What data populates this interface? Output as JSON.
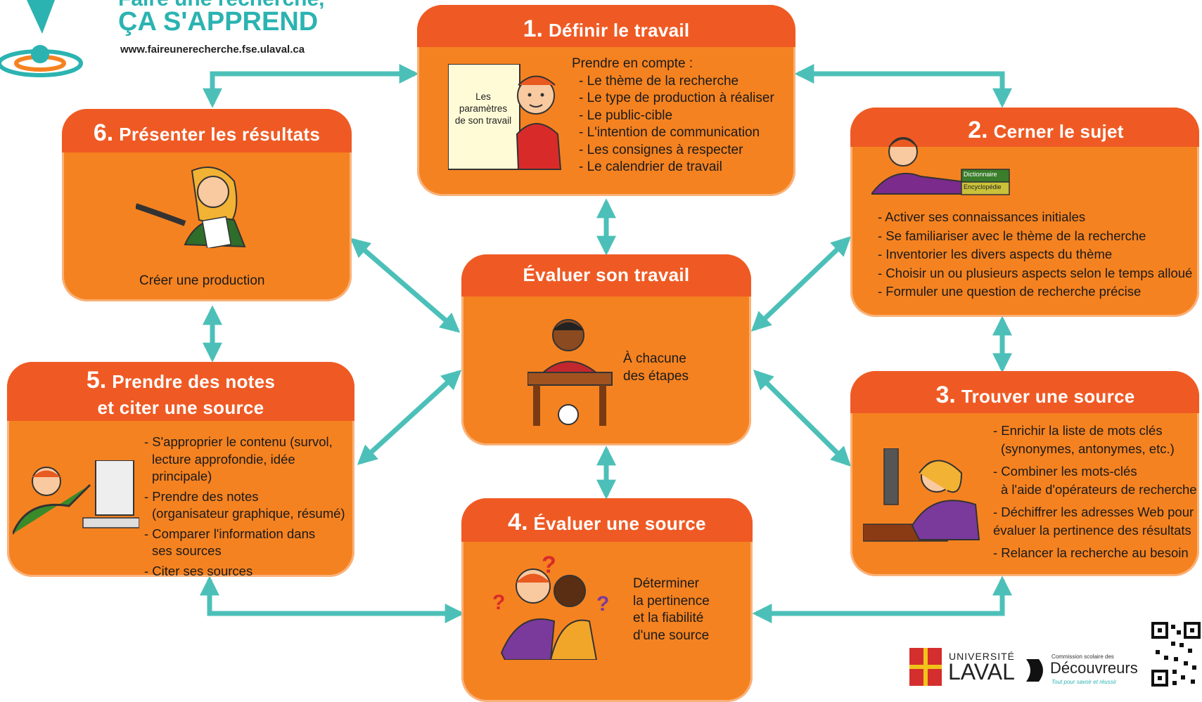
{
  "header": {
    "line1": "Faire une recherche,",
    "line2": "ÇA S'APPREND",
    "site": "www.faireunerecherche.fse.ulaval.ca"
  },
  "colors": {
    "box": "#f58220",
    "header": "#ef5a24",
    "arrow": "#4cc0b8",
    "logo": "#2bb3b1"
  },
  "steps": {
    "s1": {
      "num": "1.",
      "title": "Définir le travail",
      "intro": "Prendre en compte :",
      "items": [
        "- Le thème de la recherche",
        "- Le type de production à réaliser",
        "- Le public-cible",
        "- L'intention de communication",
        "- Les consignes à respecter",
        "- Le calendrier de travail"
      ],
      "paper": "Les paramètres de son travail"
    },
    "s2": {
      "num": "2.",
      "title": "Cerner le sujet",
      "items": [
        "- Activer ses connaissances initiales",
        "- Se familiariser avec le thème de la recherche",
        "- Inventorier les divers aspects du thème",
        "- Choisir un ou plusieurs aspects selon le temps alloué",
        "- Formuler une question de recherche précise"
      ],
      "book1": "Dictionnaire",
      "book2": "Encyclopédie"
    },
    "s3": {
      "num": "3.",
      "title": "Trouver une source",
      "items": [
        "- Enrichir la liste de mots clés",
        "(synonymes, antonymes, etc.)",
        "- Combiner les mots-clés",
        "à l'aide d'opérateurs de recherche",
        "- Déchiffrer les adresses Web pour",
        "évaluer la pertinence des résultats",
        "- Relancer la recherche au besoin"
      ]
    },
    "s4": {
      "num": "4.",
      "title": "Évaluer une source",
      "items": [
        "Déterminer",
        "la pertinence",
        "et la fiabilité",
        "d'une source"
      ]
    },
    "s5": {
      "num": "5.",
      "title1": "Prendre des notes",
      "title2": "et citer une source",
      "items": [
        "- S'approprier le contenu (survol,",
        "lecture approfondie, idée principale)",
        "- Prendre des notes",
        "(organisateur graphique, résumé)",
        "- Comparer l'information dans",
        "ses sources",
        "- Citer ses sources"
      ]
    },
    "s6": {
      "num": "6.",
      "title": "Présenter les résultats",
      "text": "Créer une production"
    },
    "center": {
      "title": "Évaluer son travail",
      "line1": "À chacune",
      "line2": "des étapes"
    }
  },
  "footer": {
    "laval_top": "UNIVERSITÉ",
    "laval_bottom": "LAVAL",
    "csd_small": "Commission scolaire des",
    "csd_name": "Découvreurs",
    "csd_tag": "Tout pour savoir et réussir"
  }
}
